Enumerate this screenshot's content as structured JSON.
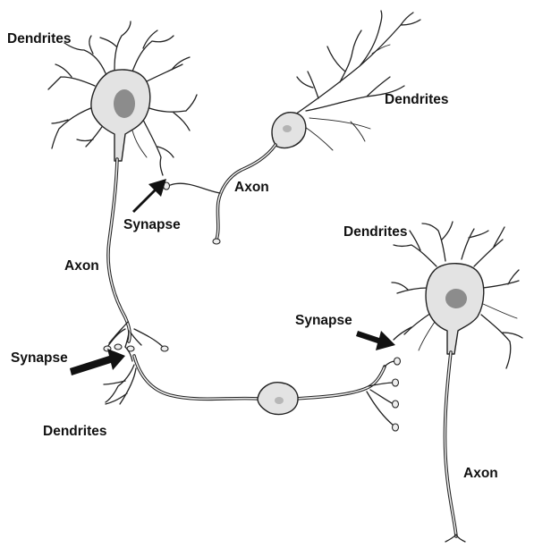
{
  "labels": {
    "dendrites_top_left": "Dendrites",
    "dendrites_top_right": "Dendrites",
    "axon_upper_right": "Axon",
    "synapse_upper": "Synapse",
    "axon_left": "Axon",
    "synapse_lower_left": "Synapse",
    "dendrites_bottom_left": "Dendrites",
    "dendrites_right": "Dendrites",
    "synapse_right": "Synapse",
    "axon_bottom_right": "Axon"
  }
}
